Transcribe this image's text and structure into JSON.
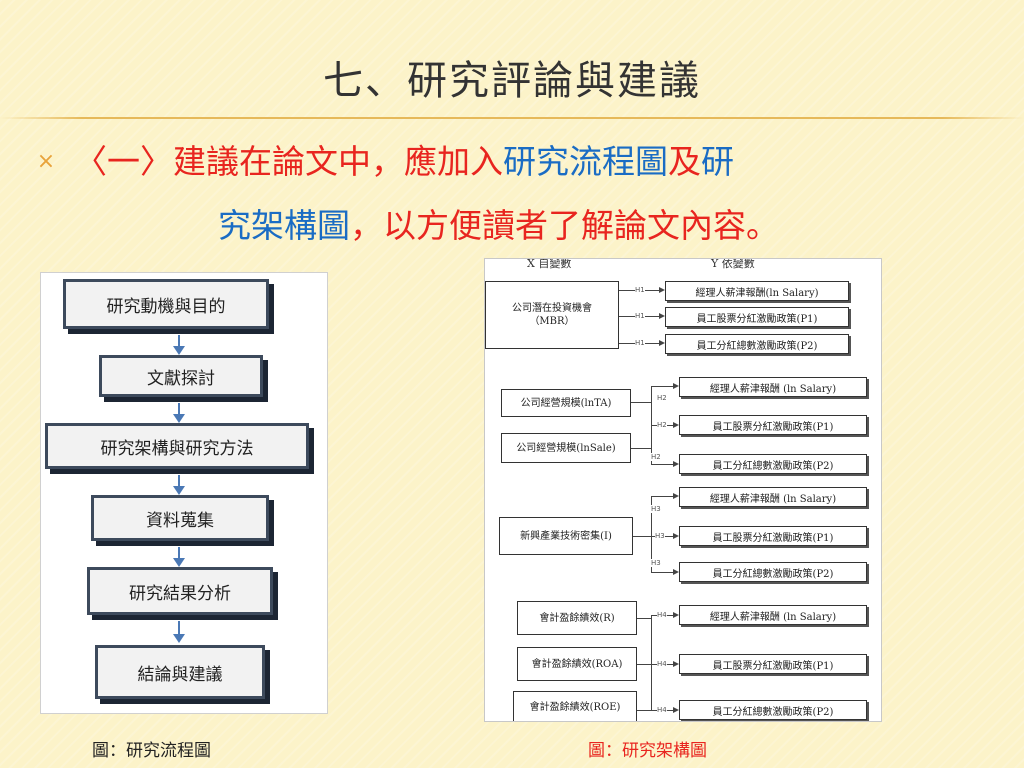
{
  "slide": {
    "title": "七、研究評論與建議",
    "bullet_icon": "×",
    "line1": [
      {
        "text": "〈一〉建議在論文中，應加入",
        "color": "red"
      },
      {
        "text": "研究流程圖",
        "color": "blue"
      },
      {
        "text": "及",
        "color": "red"
      },
      {
        "text": "研",
        "color": "blue"
      }
    ],
    "line2": [
      {
        "text": "究架構圖",
        "color": "blue"
      },
      {
        "text": "，以方便讀者了解論文內容。",
        "color": "red"
      }
    ]
  },
  "flowchart": {
    "steps": [
      "研究動機與目的",
      "文獻探討",
      "研究架構與研究方法",
      "資料蒐集",
      "研究結果分析",
      "結論與建議"
    ],
    "caption": "圖：研究流程圖"
  },
  "framework": {
    "header_x": "X 自變數",
    "header_y": "Y 依變數",
    "groups": [
      {
        "sources": [
          "公司潛在投資機會\n（MBR）"
        ],
        "hypothesis": "H1",
        "targets": [
          "經理人薪津報酬(ln Salary)",
          "員工股票分紅激勵政策(P1)",
          "員工分紅總數激勵政策(P2)"
        ]
      },
      {
        "sources": [
          "公司經營規模(lnTA)",
          "公司經營規模(lnSale)"
        ],
        "hypothesis": "H2",
        "targets": [
          "經理人薪津報酬 (ln Salary)",
          "員工股票分紅激勵政策(P1)",
          "員工分紅總數激勵政策(P2)"
        ]
      },
      {
        "sources": [
          "新興產業技術密集(I)"
        ],
        "hypothesis": "H3",
        "targets": [
          "經理人薪津報酬 (ln Salary)",
          "員工股票分紅激勵政策(P1)",
          "員工分紅總數激勵政策(P2)"
        ]
      },
      {
        "sources": [
          "會計盈餘績效(R)",
          "會計盈餘績效(ROA)",
          "會計盈餘績效(ROE)"
        ],
        "hypothesis": "H4",
        "targets": [
          "經理人薪津報酬 (ln Salary)",
          "員工股票分紅激勵政策(P1)",
          "員工分紅總數激勵政策(P2)"
        ]
      }
    ],
    "caption": "圖：研究架構圖"
  },
  "colors": {
    "red": "#e8251f",
    "blue": "#1a6cc4",
    "accent": "#e8a33a"
  }
}
